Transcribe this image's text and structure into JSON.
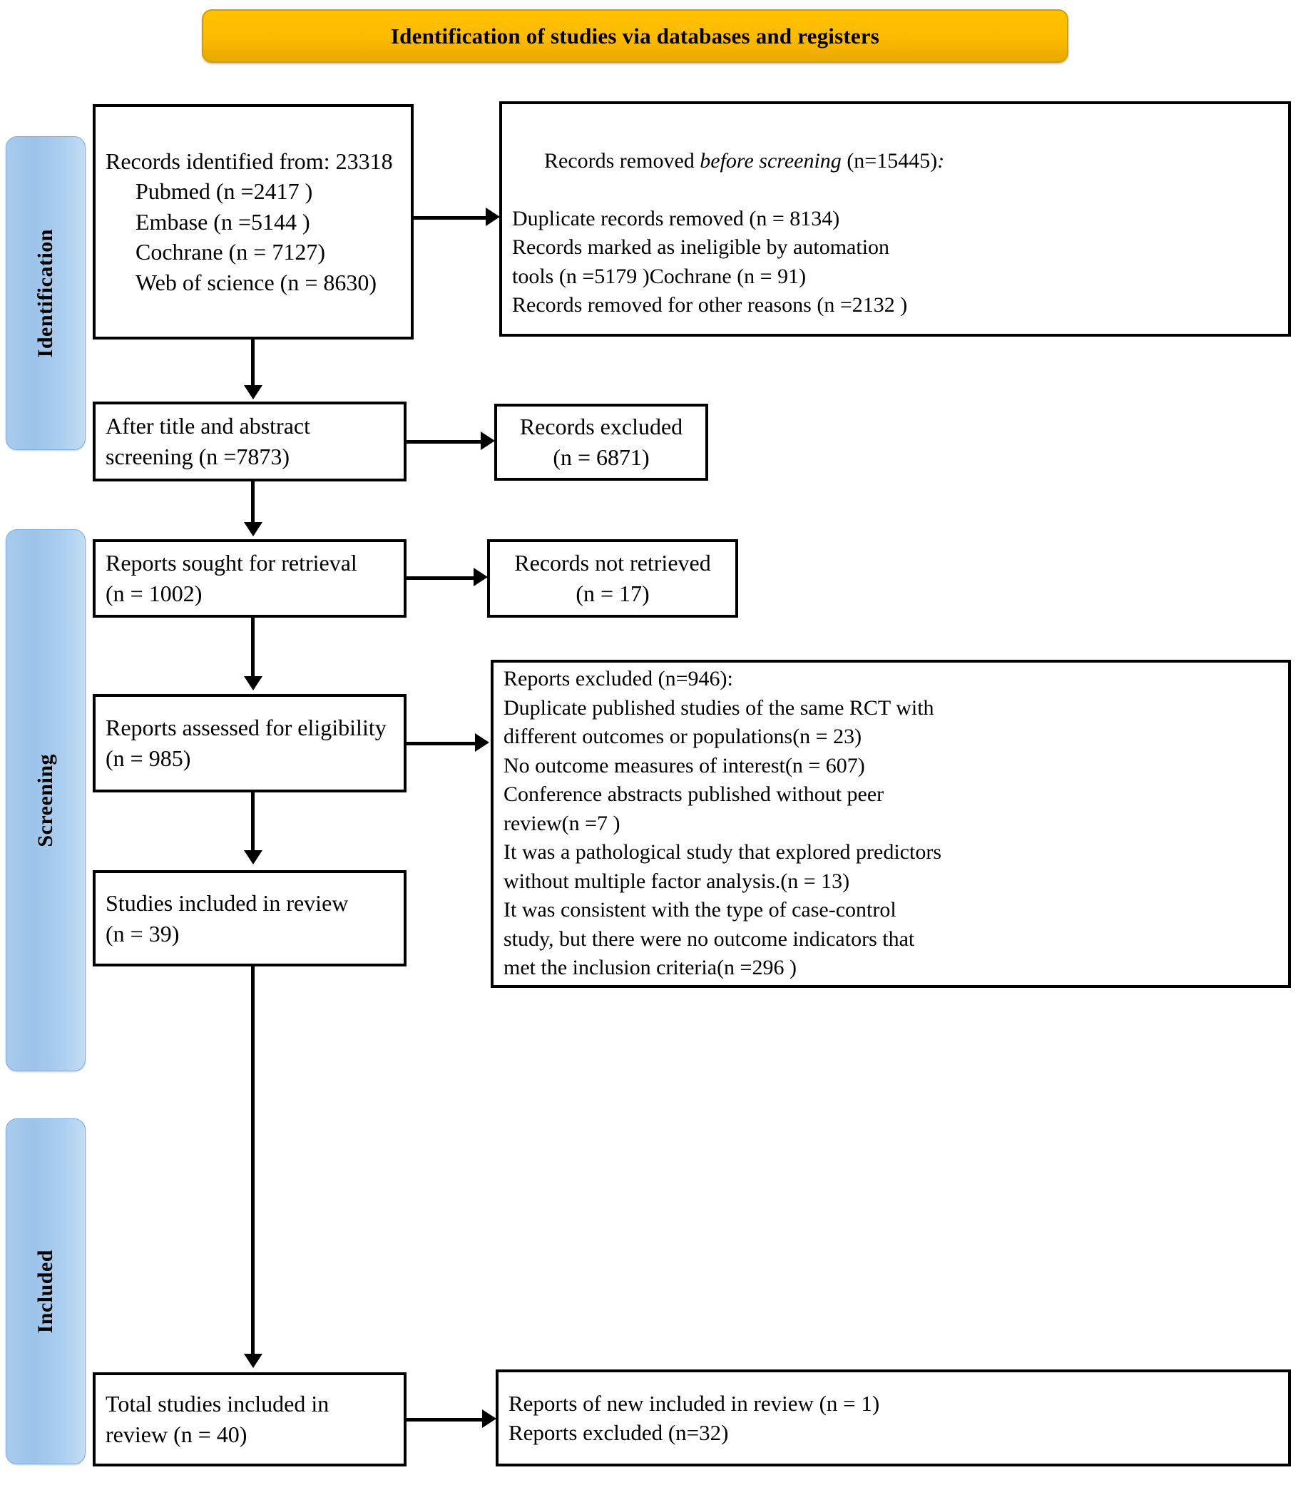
{
  "diagram": {
    "type": "prisma-flow-diagram",
    "title": "Identification of studies via databases and registers",
    "accent_color": "#FFC000",
    "stage_color": "#A9CBEC",
    "box_border_color": "#000000"
  },
  "stages": [
    {
      "label": "Identification"
    },
    {
      "label": "Screening"
    },
    {
      "label": "Included"
    }
  ],
  "boxes": {
    "identified": {
      "name": "records-identified",
      "lines": [
        "Records identified from: 23318",
        "Pubmed (n =2417 )",
        "Embase (n =5144 )",
        "Cochrane (n = 7127)",
        "Web of science (n = 8630)"
      ]
    },
    "removed_before_screening": {
      "name": "records-removed-before-screening",
      "lines": [
        "Records removed before screening (n=15445):",
        "Duplicate records removed (n = 8134)",
        "Records marked as ineligible by automation",
        "tools (n =5179 )Cochrane (n = 91)",
        "Records removed for other reasons (n =2132 )"
      ],
      "italic_fragment": "before screening"
    },
    "after_title_abstract": {
      "name": "after-title-and-abstract-screening",
      "lines": [
        "After title and abstract",
        "screening (n =7873)"
      ]
    },
    "records_excluded": {
      "name": "records-excluded",
      "lines": [
        "Records excluded",
        "(n = 6871)"
      ]
    },
    "reports_sought": {
      "name": "reports-sought-for-retrieval",
      "lines": [
        "Reports sought for retrieval",
        "(n = 1002)"
      ]
    },
    "records_not_retrieved": {
      "name": "records-not-retrieved",
      "lines": [
        "Records not retrieved",
        "(n = 17)"
      ]
    },
    "reports_assessed": {
      "name": "reports-assessed-for-eligibility",
      "lines": [
        "Reports assessed for eligibility",
        "(n = 985)"
      ]
    },
    "reports_excluded": {
      "name": "reports-excluded-with-reasons",
      "lines": [
        "Reports excluded (n=946):",
        "Duplicate published studies of the same RCT with",
        "different outcomes or populations(n = 23)",
        "No outcome measures of interest(n = 607)",
        "Conference abstracts published without peer",
        "review(n =7 )",
        "It was a pathological study that explored predictors",
        "without multiple factor analysis.(n = 13)",
        "It was consistent with the type of case-control",
        "study, but there were no outcome indicators that",
        "met the inclusion criteria(n =296 )"
      ]
    },
    "studies_included": {
      "name": "studies-included-in-review",
      "lines": [
        "Studies included in review",
        "(n = 39)"
      ]
    },
    "total_included": {
      "name": "total-studies-included-in-review",
      "lines": [
        "Total studies included in",
        "review (n = 40)"
      ]
    },
    "new_included": {
      "name": "reports-of-new-included-in-review",
      "lines": [
        "Reports of new included in review (n = 1)",
        "Reports excluded (n=32)"
      ]
    }
  }
}
